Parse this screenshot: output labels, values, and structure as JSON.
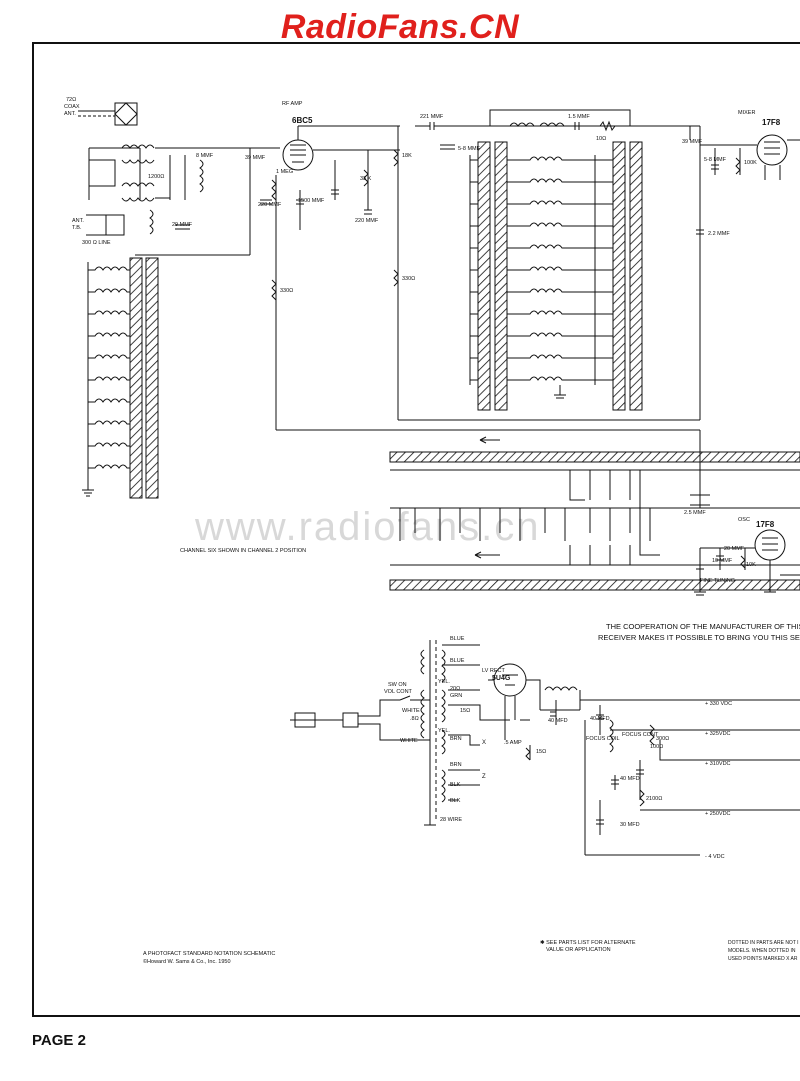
{
  "watermark": "RadioFans.CN",
  "watermark_faint": "www.radiofans.cn",
  "page_label": "PAGE 2",
  "credits": {
    "line1": "A PHOTOFACT STANDARD NOTATION SCHEMATIC",
    "line2": "©Howard W. Sams & Co., Inc. 1950"
  },
  "cooperation": {
    "line1": "THE COOPERATION OF THE MANUFACTURER OF THIS",
    "line2": "RECEIVER MAKES IT POSSIBLE TO BRING YOU THIS SERVICE"
  },
  "parts_note": {
    "line1": "✱ SEE PARTS LIST FOR ALTERNATE",
    "line2": "VALUE OR APPLICATION"
  },
  "dotted_note": {
    "line1": "DOTTED IN PARTS ARE NOT I",
    "line2": "MODELS. WHEN DOTTED IN",
    "line3": "USED POINTS MARKED X AR"
  },
  "channel_note": "CHANNEL SIX SHOWN IN CHANNEL 2 POSITION",
  "antenna": {
    "coax_line1": "72Ω",
    "coax_line2": "COAX",
    "coax_line3": "ANT.",
    "tb_line1": "ANT.",
    "tb_line2": "T.B.",
    "line_label": "300 Ω LINE"
  },
  "tubes": {
    "rf_amp_label": "RF AMP",
    "rf_amp_type": "6BC5",
    "mixer_label": "MIXER",
    "mixer_type": "17F8",
    "osc_label": "OSC",
    "osc_type": "17F8",
    "rect_label": "LV RECT",
    "rect_type": "5U4G"
  },
  "component_labels": {
    "c_39mmf": "39 MMF",
    "c_220mmf": "220 MMF",
    "r_1meg": "1 MEG",
    "c_1500mmf": "1500 MMF",
    "r_33k": "33 K",
    "c_220b": "220 MMF",
    "r_18k": "18K",
    "r_330": "330Ω",
    "r_330b": "330Ω",
    "c_221": "221 MMF",
    "c_5_8": "5-8 MMF",
    "c_15": "1.5 MMF",
    "r_10": "10Ω",
    "c_39b": "39 MMF",
    "c_22": "2.2 MMF",
    "r_100k": "100K",
    "c_5_8b": "5-8 MMF",
    "c_29": "29 MMF",
    "r_1200": "1200Ω",
    "c_8mmf": "8 MMF",
    "c_25": "2.5 MMF",
    "c_20": "20 MMF",
    "c_10": "10 MMF",
    "r_10k": "10K",
    "fine_tuning": "FINE TUNING"
  },
  "power": {
    "sw_label1": "SW ON",
    "sw_label2": "VOL CONT",
    "white1": "WHITE",
    "white2": "WHITE",
    "blue1": "BLUE",
    "blue2": "BLUE",
    "yel1": "YEL.",
    "yel2": "YEL.",
    "grn": "GRN",
    "brn1": "BRN",
    "brn2": "BRN",
    "blk1": "BLK",
    "blk2": "BLK",
    "r20": "20Ω",
    "r8": ".8Ω",
    "r15": "15Ω",
    "r15b": "15Ω",
    "fuse": ".5 AMP",
    "wire": "28 WIRE",
    "c40a": "40 MFD",
    "c40b": "40 MFD",
    "c40c": "40 MFD",
    "c30": "30 MFD",
    "focus_coil": "FOCUS COIL",
    "focus_cont": "FOCUS CONT",
    "r300": "300Ω",
    "r100": "100Ω",
    "r2100": "2100Ω",
    "v330": "+ 330 VDC",
    "v325": "+ 325VDC",
    "v310": "+ 310VDC",
    "v250": "+ 250VDC",
    "vneg4": "- 4 VDC"
  },
  "markers": {
    "x_mark": "X",
    "z_mark": "Z"
  }
}
